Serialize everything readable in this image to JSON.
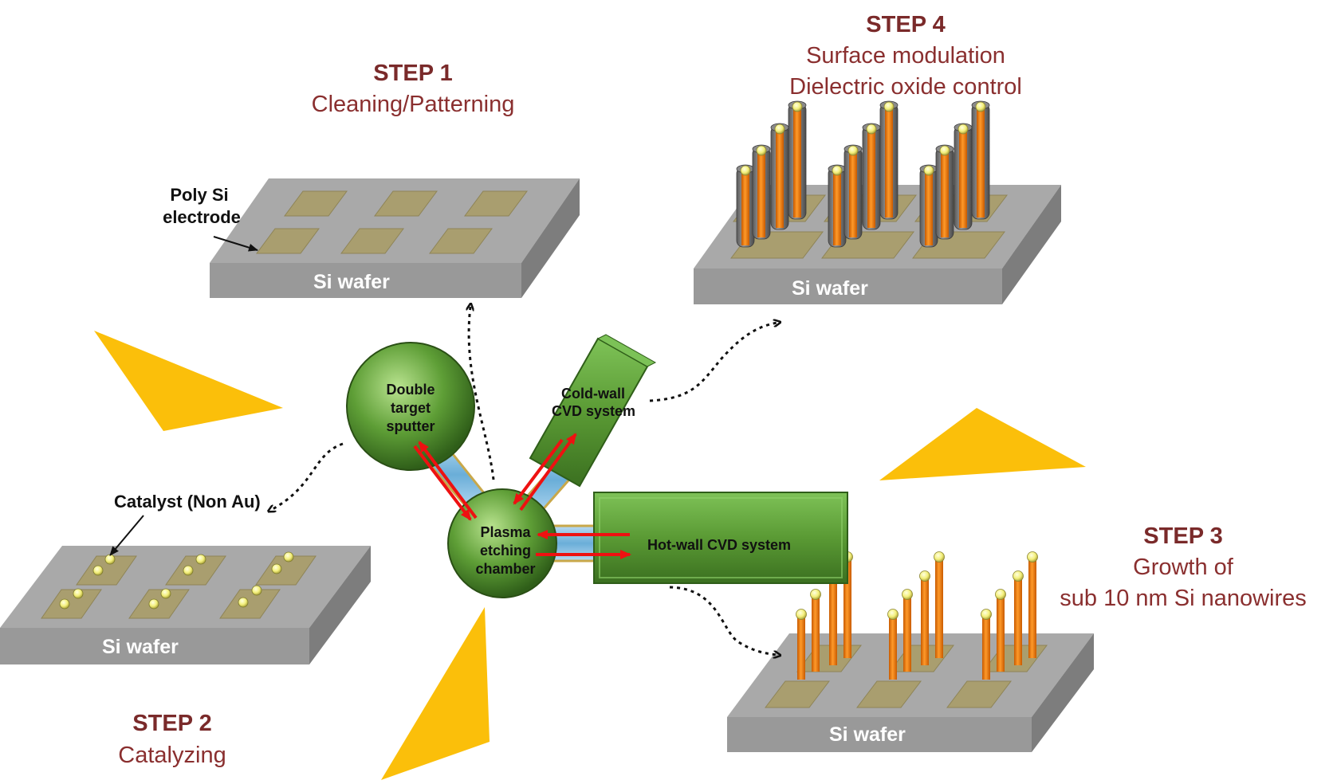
{
  "colors": {
    "step_title": "#7a2a2a",
    "wafer_top": "#a9a9a9",
    "wafer_front": "#9a9a9a",
    "electrode": "#a99e6f",
    "nanowire": "#f07a10",
    "catalyst": "#f3ef7a",
    "chamber_green": "#5e9e36",
    "arrow_red": "#ee1111",
    "triangle": "#fbbf0a"
  },
  "steps": {
    "step1": {
      "title": "STEP 1",
      "subtitle": "Cleaning/Patterning"
    },
    "step2": {
      "title": "STEP 2",
      "subtitle": "Catalyzing"
    },
    "step3": {
      "title": "STEP 3",
      "subtitle_line1": "Growth of",
      "subtitle_line2": "sub 10 nm Si nanowires"
    },
    "step4": {
      "title": "STEP 4",
      "subtitle_line1": "Surface modulation",
      "subtitle_line2": "Dielectric oxide control"
    }
  },
  "wafer_label": "Si wafer",
  "annotations": {
    "poly_si_line1": "Poly Si",
    "poly_si_line2": "electrode",
    "catalyst": "Catalyst (Non Au)"
  },
  "instruments": {
    "sputter": [
      "Double",
      "target",
      "sputter"
    ],
    "plasma": [
      "Plasma",
      "etching",
      "chamber"
    ],
    "cold_wall": [
      "Cold-wall",
      "CVD system"
    ],
    "hot_wall": "Hot-wall CVD system"
  }
}
